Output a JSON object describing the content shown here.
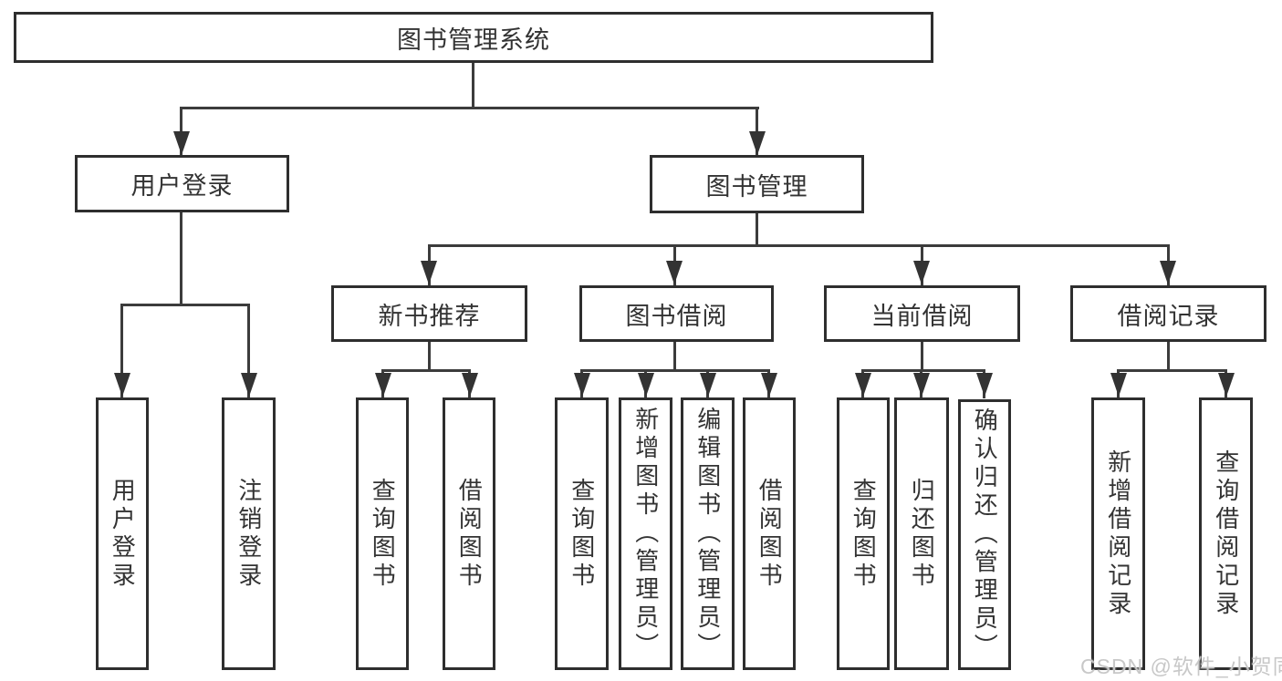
{
  "diagram": {
    "root": {
      "label": "图书管理系统"
    },
    "level2": {
      "user_login": {
        "label": "用户登录"
      },
      "book_mgmt": {
        "label": "图书管理"
      }
    },
    "level3": {
      "new_books": {
        "label": "新书推荐"
      },
      "borrowing": {
        "label": "图书借阅"
      },
      "current": {
        "label": "当前借阅"
      },
      "records": {
        "label": "借阅记录"
      }
    },
    "leaves": {
      "user_login": [
        "用户登录",
        "注销登录"
      ],
      "new_books": [
        "查询图书",
        "借阅图书"
      ],
      "borrowing": [
        "查询图书",
        "新增图书（管理员）",
        "编辑图书（管理员）",
        "借阅图书"
      ],
      "current": [
        "查询图书",
        "归还图书",
        "确认归还（管理员）"
      ],
      "records": [
        "新增借阅记录",
        "查询借阅记录"
      ]
    }
  },
  "watermark": {
    "text": "CSDN @软件_小贺同学"
  },
  "colors": {
    "background": "#ffffff",
    "box_border": "#2e2e2e",
    "line": "#3c3c3c",
    "text": "#333333",
    "watermark": "#c5c5c5"
  }
}
